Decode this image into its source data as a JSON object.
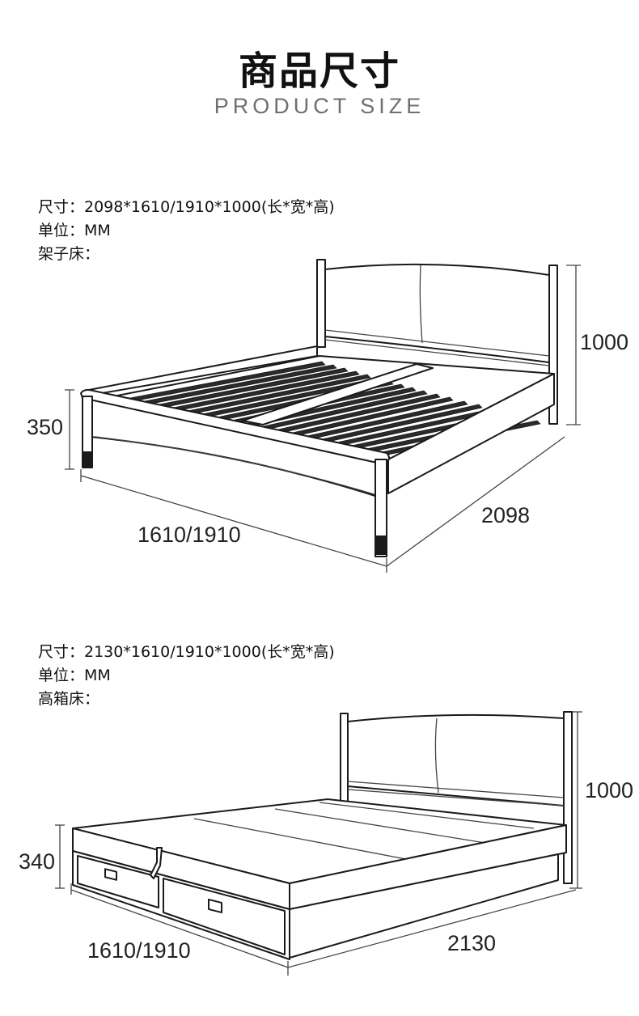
{
  "header": {
    "title": "商品尺寸",
    "subtitle": "PRODUCT SIZE"
  },
  "frame_bed": {
    "size_line": "尺寸：2098*1610/1910*1000(长*宽*高)",
    "unit_line": "单位：MM",
    "type_line": "架子床：",
    "dim_height": "1000",
    "dim_side": "350",
    "dim_width": "1610/1910",
    "dim_length": "2098"
  },
  "storage_bed": {
    "size_line": "尺寸：2130*1610/1910*1000(长*宽*高)",
    "unit_line": "单位：MM",
    "type_line": "高箱床：",
    "dim_height": "1000",
    "dim_side": "340",
    "dim_width": "1610/1910",
    "dim_length": "2130"
  }
}
